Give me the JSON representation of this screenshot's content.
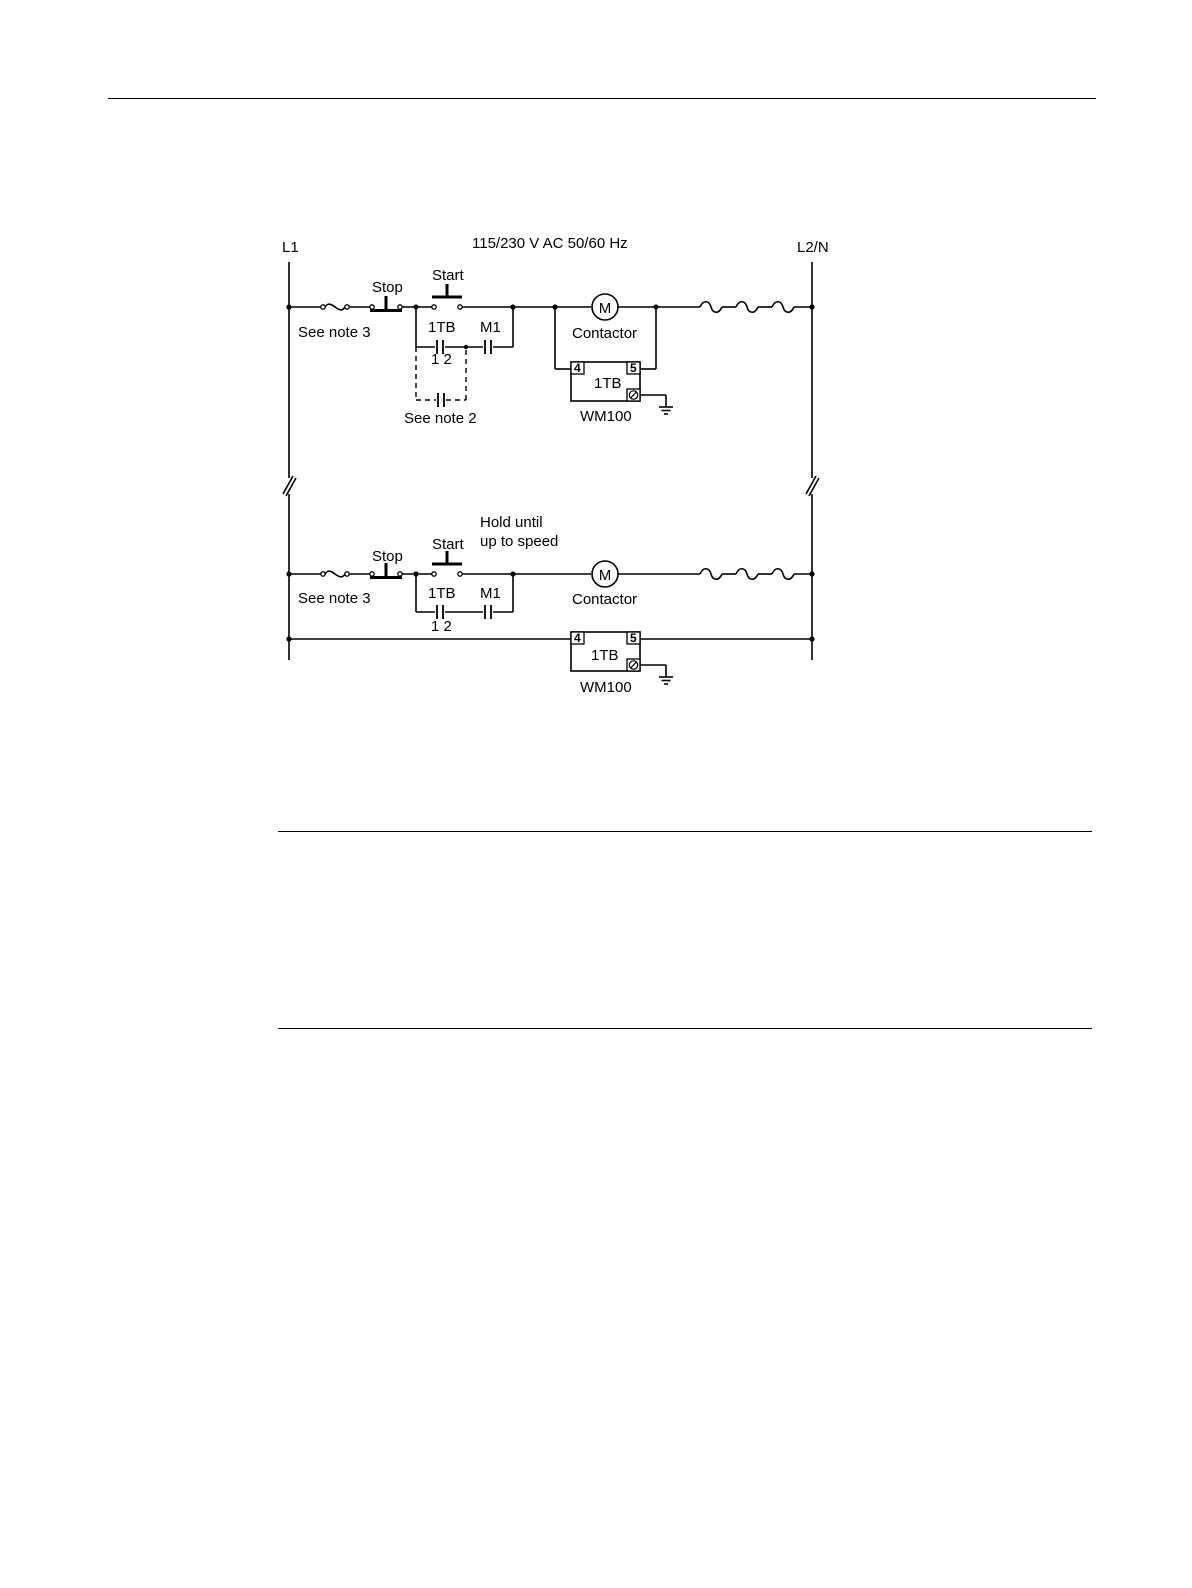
{
  "diagram": {
    "supply_label": "115/230 V AC 50/60 Hz",
    "line1_label": "L1",
    "line2_label": "L2/N",
    "rung1": {
      "stop_label": "Stop",
      "start_label": "Start",
      "fuse_note": "See note 3",
      "contact_1tb_label": "1TB",
      "contact_m1_label": "M1",
      "terminal_label": "1 2",
      "alt_note": "See note 2",
      "coil_letter": "M",
      "coil_label": "Contactor",
      "monitor_inner_label": "1TB",
      "monitor_label": "WM100",
      "terminal_4": "4",
      "terminal_5": "5"
    },
    "rung2": {
      "stop_label": "Stop",
      "start_label": "Start",
      "hold_label_line1": "Hold until",
      "hold_label_line2": "up to speed",
      "fuse_note": "See note 3",
      "contact_1tb_label": "1TB",
      "contact_m1_label": "M1",
      "terminal_label": "1 2",
      "coil_letter": "M",
      "coil_label": "Contactor",
      "monitor_inner_label": "1TB",
      "monitor_label": "WM100",
      "terminal_4": "4",
      "terminal_5": "5"
    }
  }
}
